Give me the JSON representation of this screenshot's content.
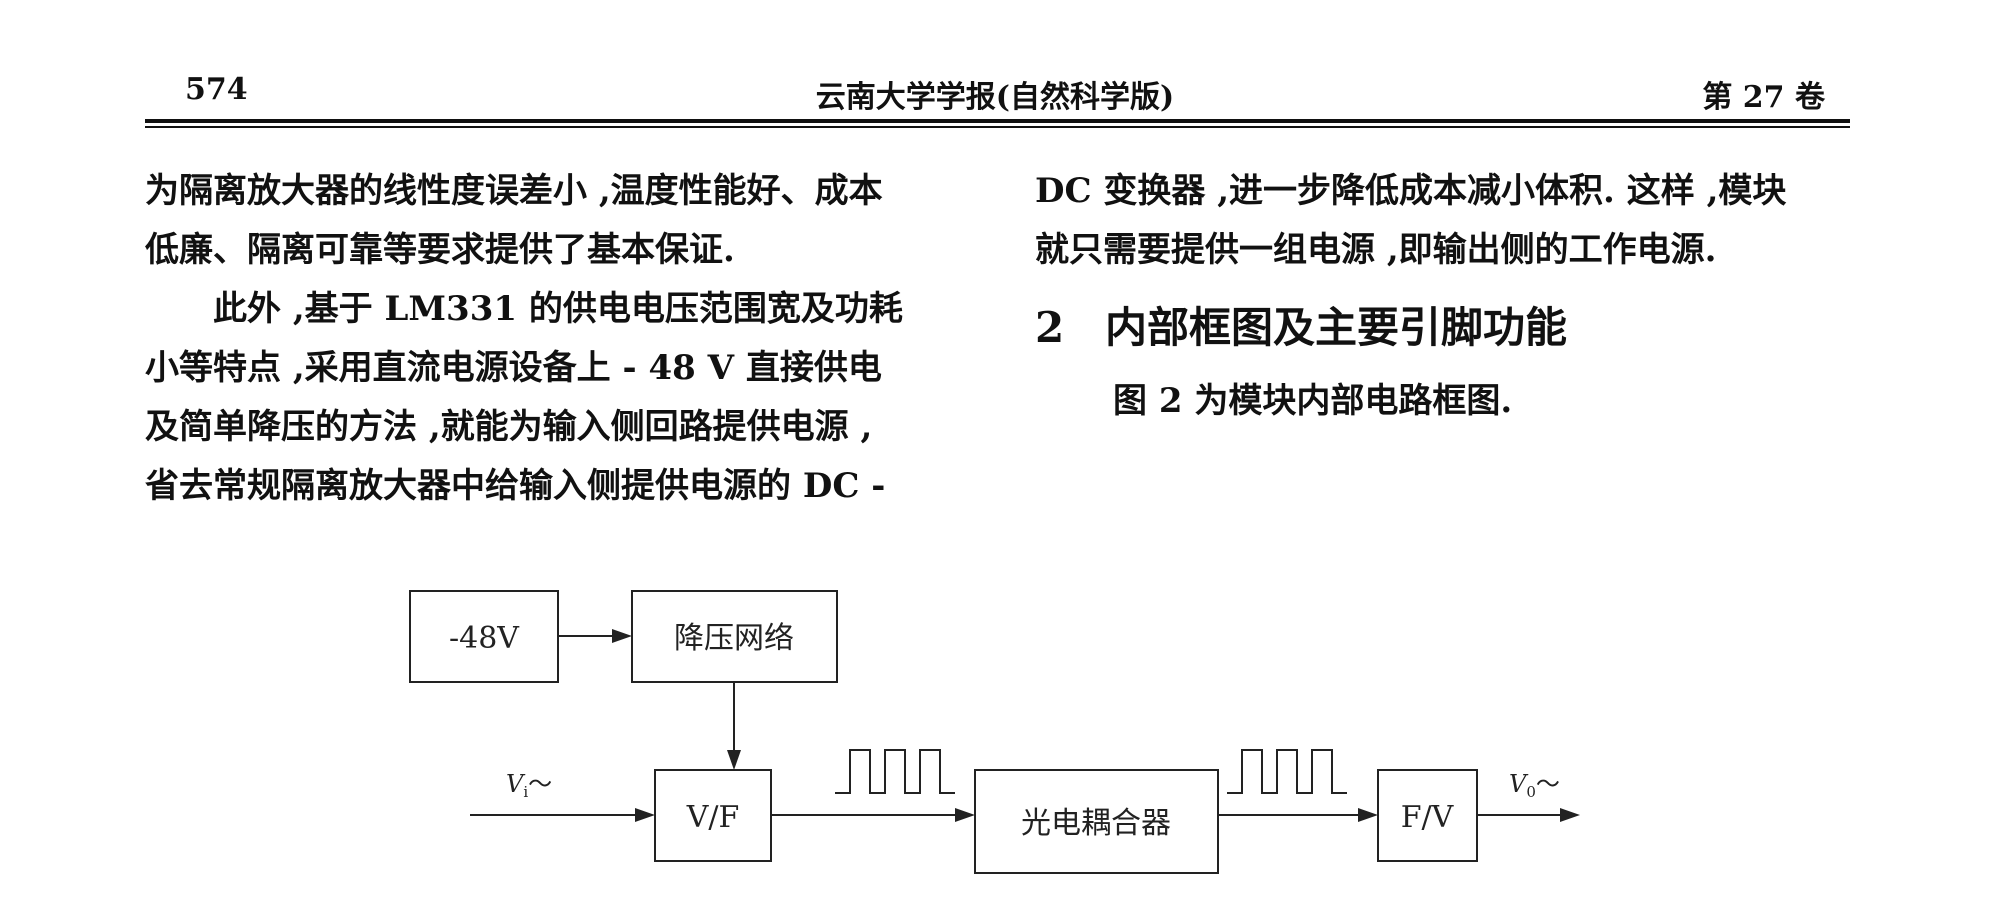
{
  "header": {
    "page_number": "574",
    "journal": "云南大学学报(自然科学版)",
    "volume": "第 27 卷"
  },
  "left_column": {
    "lines": [
      "为隔离放大器的线性度误差小 ,温度性能好、成本",
      "低廉、隔离可靠等要求提供了基本保证.",
      "此外 ,基于 LM331 的供电电压范围宽及功耗",
      "小等特点 ,采用直流电源设备上 - 48 V 直接供电",
      "及简单降压的方法 ,就能为输入侧回路提供电源 ,",
      "省去常规隔离放大器中给输入侧提供电源的 DC -"
    ]
  },
  "right_column": {
    "lines": [
      "DC 变换器 ,进一步降低成本减小体积. 这样 ,模块",
      "就只需要提供一组电源 ,即输出侧的工作电源."
    ],
    "section": {
      "number": "2",
      "title": "内部框图及主要引脚功能"
    },
    "figure_reference": "图 2 为模块内部电路框图."
  },
  "diagram": {
    "source_box": "-48V",
    "regulator_box": "降压网络",
    "vf_box": "V/F",
    "optocoupler_box": "光电耦合器",
    "fv_box": "F/V",
    "input_label": {
      "symbol": "V",
      "subscript": "i",
      "suffix": "～"
    },
    "output_label": {
      "symbol": "V",
      "subscript": "0",
      "suffix": "～"
    }
  }
}
